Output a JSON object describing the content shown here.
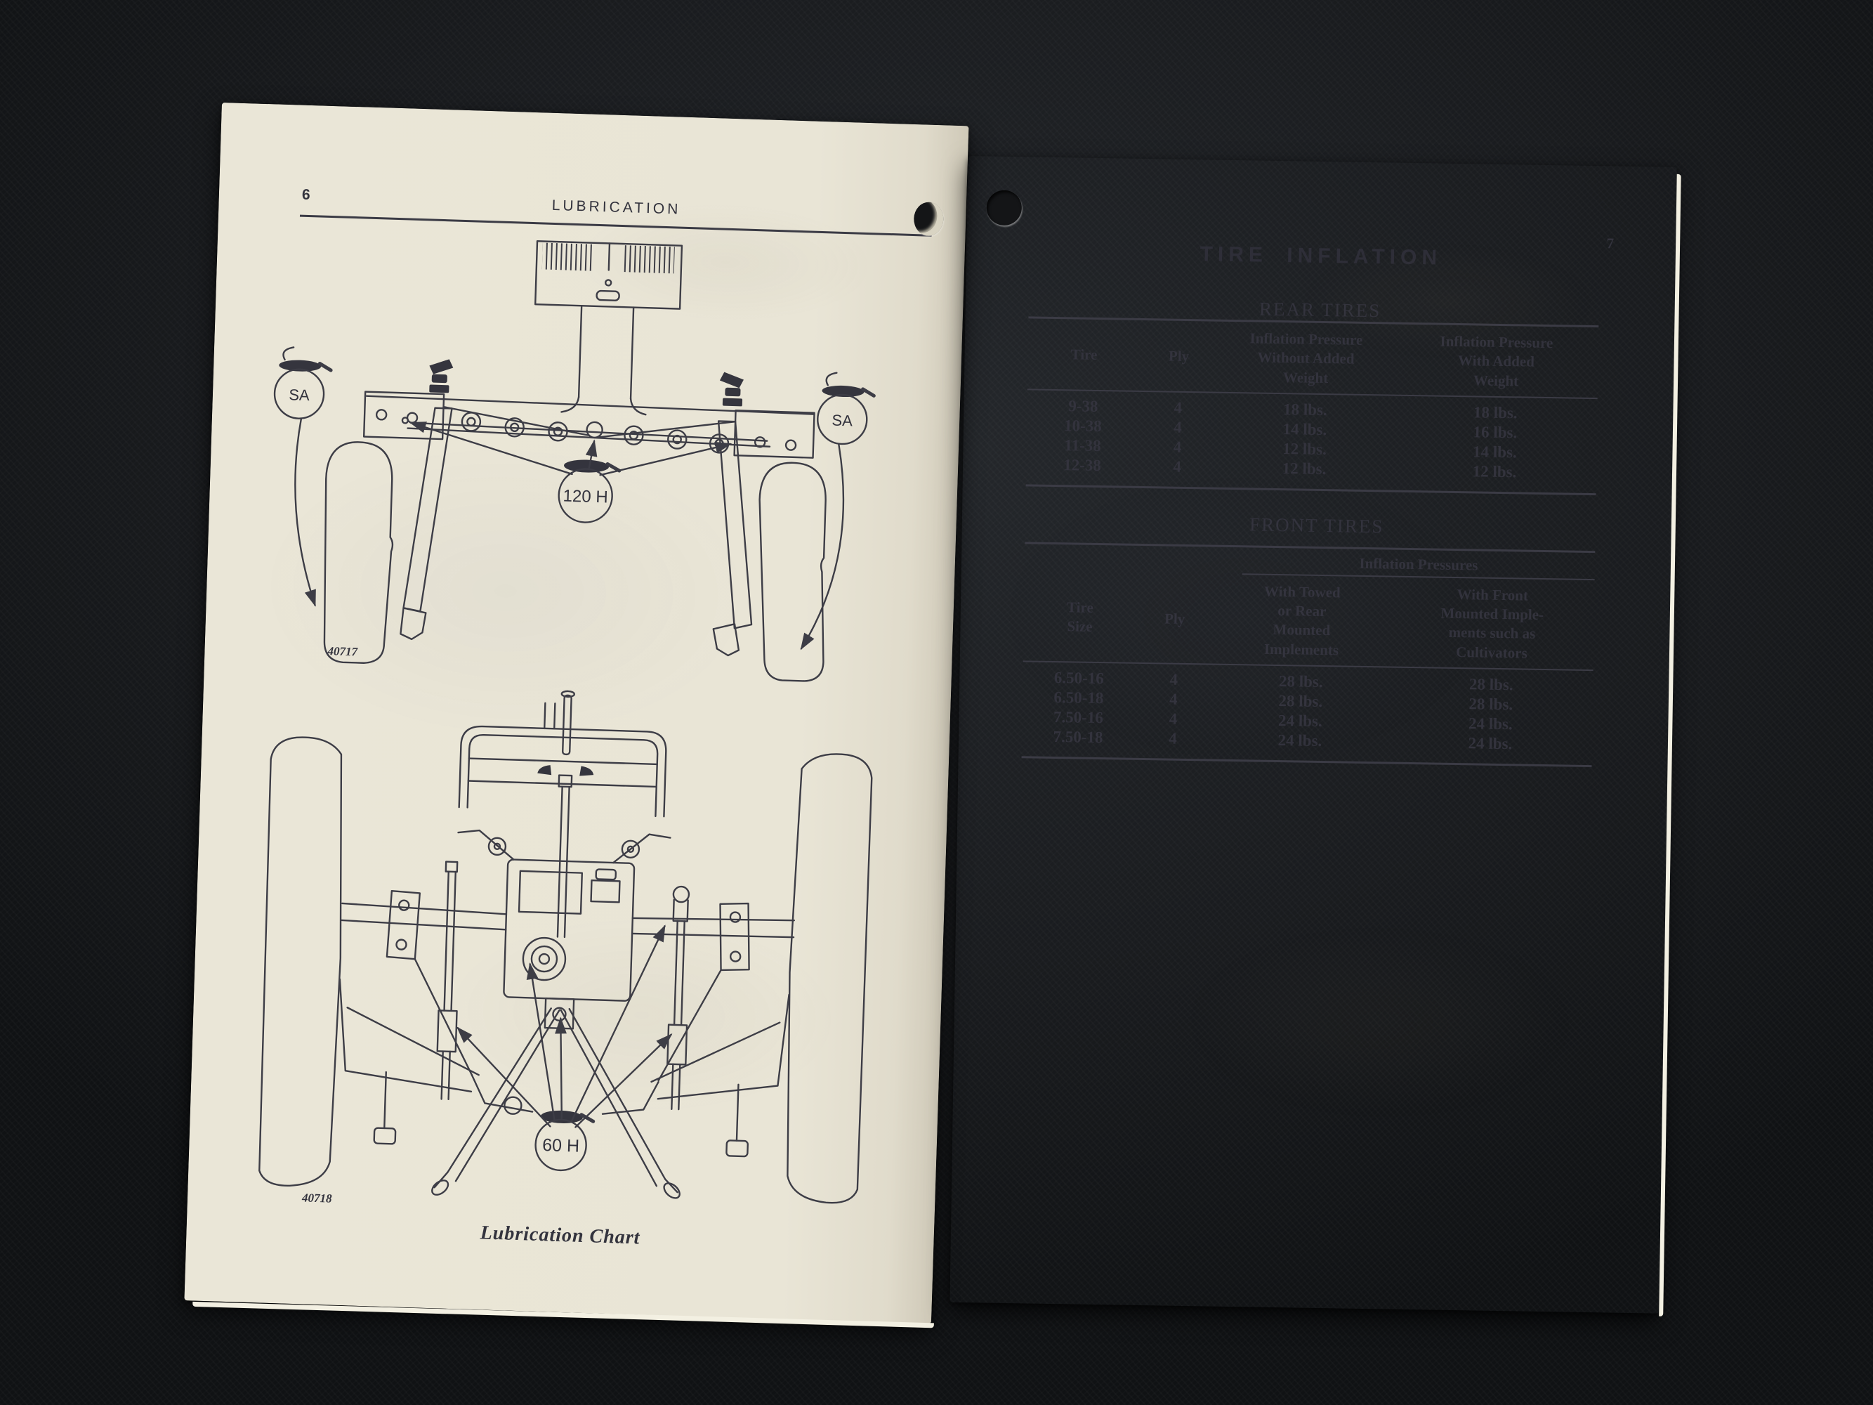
{
  "colors": {
    "ink": "#33333d",
    "paper_left": "#e9e5d6",
    "paper_right": "#edeadc",
    "backdrop": "#1a1c1f"
  },
  "left_page": {
    "page_number": "6",
    "header": "LUBRICATION",
    "caption": "Lubrication Chart",
    "figure_front": {
      "sa_left": "SA",
      "sa_right": "SA",
      "oil_label": "120 H",
      "figure_number": "40717"
    },
    "figure_rear": {
      "oil_label": "60 H",
      "figure_number": "40718"
    }
  },
  "right_page": {
    "page_number": "7",
    "title": "TIRE INFLATION",
    "rear_table": {
      "heading": "REAR TIRES",
      "col_tire": "Tire",
      "col_ply": "Ply",
      "col_without": "Inflation Pressure\nWithout Added\nWeight",
      "col_with": "Inflation Pressure\nWith Added\nWeight",
      "rows": [
        {
          "tire": "9-38",
          "ply": "4",
          "without": "18 lbs.",
          "with": "18 lbs."
        },
        {
          "tire": "10-38",
          "ply": "4",
          "without": "14 lbs.",
          "with": "16 lbs."
        },
        {
          "tire": "11-38",
          "ply": "4",
          "without": "12 lbs.",
          "with": "14 lbs."
        },
        {
          "tire": "12-38",
          "ply": "4",
          "without": "12 lbs.",
          "with": "12 lbs."
        }
      ]
    },
    "front_table": {
      "heading": "FRONT TIRES",
      "span_header": "Inflation Pressures",
      "col_tire": "Tire\nSize",
      "col_ply": "Ply",
      "col_towed": "With Towed\nor Rear\nMounted\nImplements",
      "col_front": "With Front\nMounted Imple-\nments such as\nCultivators",
      "rows": [
        {
          "tire": "6.50-16",
          "ply": "4",
          "towed": "28 lbs.",
          "front": "28 lbs."
        },
        {
          "tire": "6.50-18",
          "ply": "4",
          "towed": "28 lbs.",
          "front": "28 lbs."
        },
        {
          "tire": "7.50-16",
          "ply": "4",
          "towed": "24 lbs.",
          "front": "24 lbs."
        },
        {
          "tire": "7.50-18",
          "ply": "4",
          "towed": "24 lbs.",
          "front": "24 lbs."
        }
      ]
    }
  }
}
